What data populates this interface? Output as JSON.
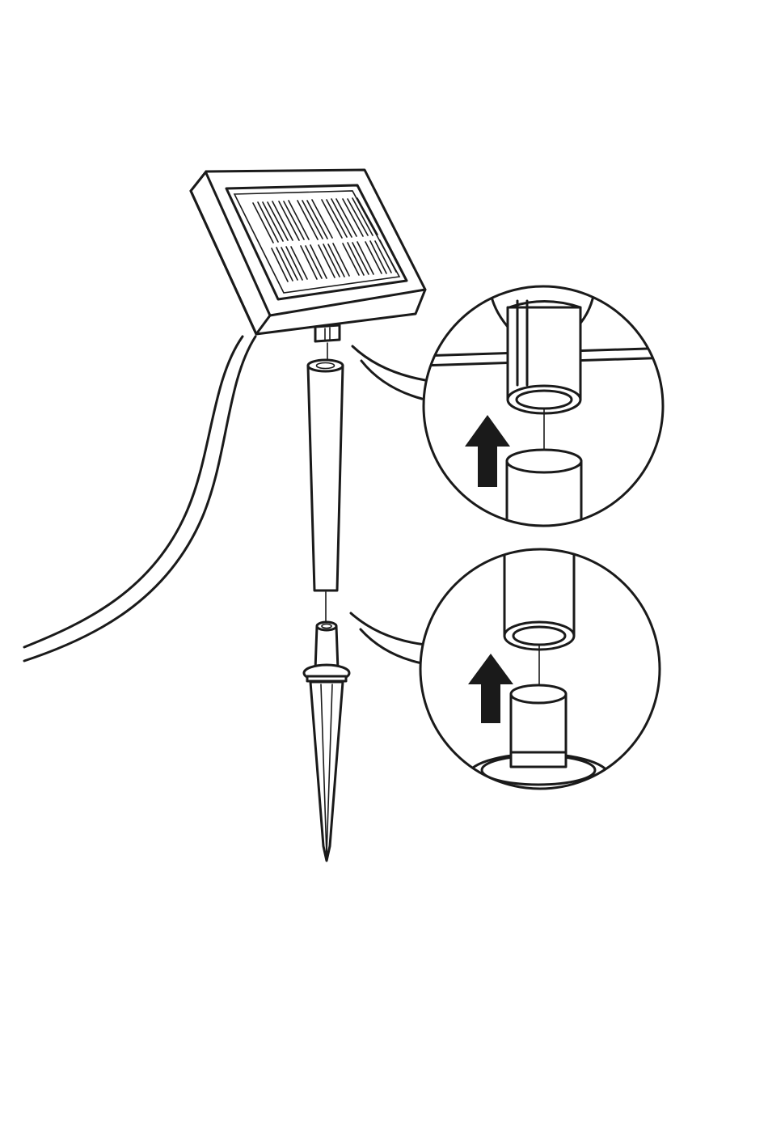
{
  "diagram": {
    "kind": "assembly-instruction",
    "parts": [
      "solar-panel",
      "upper-pole",
      "ground-spike",
      "cable"
    ],
    "details": [
      {
        "name": "panel-to-pole-joint",
        "arrow": "up"
      },
      {
        "name": "pole-to-spike-joint",
        "arrow": "up"
      }
    ],
    "colors": {
      "line": "#1a1a1a",
      "background": "#ffffff"
    }
  }
}
